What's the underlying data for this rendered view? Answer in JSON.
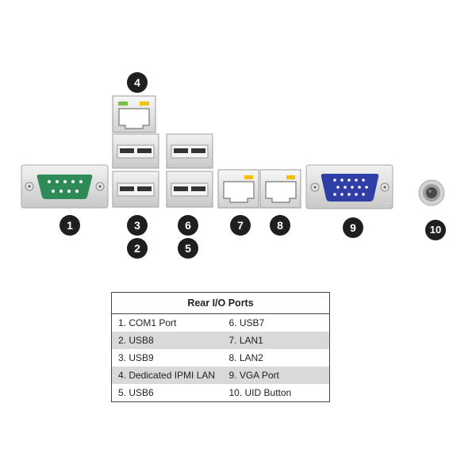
{
  "colors": {
    "com_port": "#2e8b57",
    "vga_port": "#2f3fa6",
    "lan_led_green": "#7ac142",
    "lan_led_yellow": "#f2c200",
    "panel_gray": "#d4d4d4",
    "marker": "#1f1f1f",
    "row_shade": "#d9d9d9"
  },
  "markers": [
    "1",
    "2",
    "3",
    "4",
    "5",
    "6",
    "7",
    "8",
    "9",
    "10"
  ],
  "table": {
    "title": "Rear I/O Ports",
    "rows": [
      [
        "1. COM1 Port",
        "6. USB7"
      ],
      [
        "2. USB8",
        "7. LAN1"
      ],
      [
        "3. USB9",
        "8. LAN2"
      ],
      [
        "4. Dedicated IPMI LAN",
        "9. VGA Port"
      ],
      [
        "5. USB6",
        "10. UID Button"
      ]
    ]
  }
}
